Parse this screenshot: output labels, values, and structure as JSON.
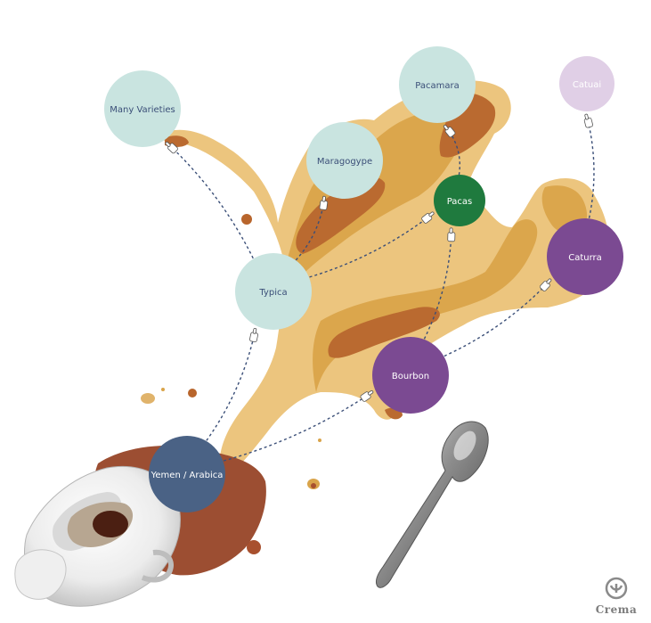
{
  "diagram": {
    "nodes": [
      {
        "id": "many-varieties",
        "label": "Many Varieties",
        "fill": "#c9e4e0",
        "text_color": "#3b4f78"
      },
      {
        "id": "pacamara",
        "label": "Pacamara",
        "fill": "#c9e4e0",
        "text_color": "#3b4f78"
      },
      {
        "id": "catuai",
        "label": "Catuai",
        "fill": "#e0cfe6",
        "text_color": "#ffffff"
      },
      {
        "id": "maragogype",
        "label": "Maragogype",
        "fill": "#c9e4e0",
        "text_color": "#3b4f78"
      },
      {
        "id": "pacas",
        "label": "Pacas",
        "fill": "#1f7a3e",
        "text_color": "#ffffff"
      },
      {
        "id": "caturra",
        "label": "Caturra",
        "fill": "#7b4a92",
        "text_color": "#ffffff"
      },
      {
        "id": "typica",
        "label": "Typica",
        "fill": "#c9e4e0",
        "text_color": "#3b4f78"
      },
      {
        "id": "bourbon",
        "label": "Bourbon",
        "fill": "#7b4a92",
        "text_color": "#ffffff"
      },
      {
        "id": "yemen-arabica",
        "label": "Yemen / Arabica",
        "fill": "#4a6285",
        "text_color": "#ffffff"
      }
    ],
    "edges": [
      {
        "from": "yemen-arabica",
        "to": "typica"
      },
      {
        "from": "yemen-arabica",
        "to": "bourbon"
      },
      {
        "from": "typica",
        "to": "many-varieties"
      },
      {
        "from": "typica",
        "to": "maragogype"
      },
      {
        "from": "typica",
        "to": "pacas"
      },
      {
        "from": "pacas",
        "to": "pacamara"
      },
      {
        "from": "bourbon",
        "to": "pacas"
      },
      {
        "from": "bourbon",
        "to": "caturra"
      },
      {
        "from": "caturra",
        "to": "catuai"
      }
    ]
  },
  "brand": {
    "name": "Crema"
  },
  "colors": {
    "edge": "#3b4f78",
    "spill_light": "#e8c07a",
    "spill_mid": "#d9a44a",
    "spill_dark": "#b8652c",
    "drop": "#a8502e"
  }
}
